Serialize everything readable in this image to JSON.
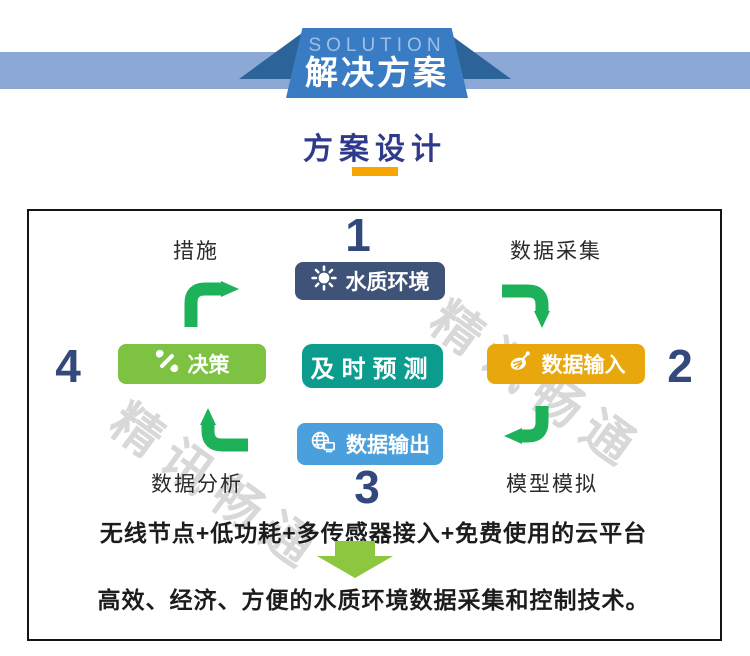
{
  "banner": {
    "eyebrow": "SOLUTION",
    "title": "解决方案"
  },
  "page": {
    "section_title": "方案设计"
  },
  "diagram": {
    "watermark": "精讯畅通",
    "numbers": {
      "n1": "1",
      "n2": "2",
      "n3": "3",
      "n4": "4"
    },
    "nodes": {
      "env": "水质环境",
      "predict": "及时预测",
      "input": "数据输入",
      "output": "数据输出",
      "decision": "决策"
    },
    "labels": {
      "measures": "措施",
      "collection": "数据采集",
      "analysis": "数据分析",
      "simulation": "模型模拟"
    },
    "footnotes": {
      "line1": "无线节点+低功耗+多传感器接入+免费使用的云平台",
      "line2": "高效、经济、方便的水质环境数据采集和控制技术。"
    }
  },
  "colors": {
    "ribbon_bar": "#8ca8d5",
    "ribbon_center": "#3a7cc3",
    "ribbon_fold": "#2c6398",
    "section_title": "#2e3a8c",
    "underline_orange": "#f7a600",
    "node_env": "#3e5377",
    "node_predict": "#0c9c8e",
    "node_input": "#e9a70e",
    "node_output": "#4aa0dc",
    "node_decision": "#7dc242",
    "arrow_green": "#1db259",
    "big_arrow_green": "#8dc63f",
    "step_number": "#33497c"
  }
}
